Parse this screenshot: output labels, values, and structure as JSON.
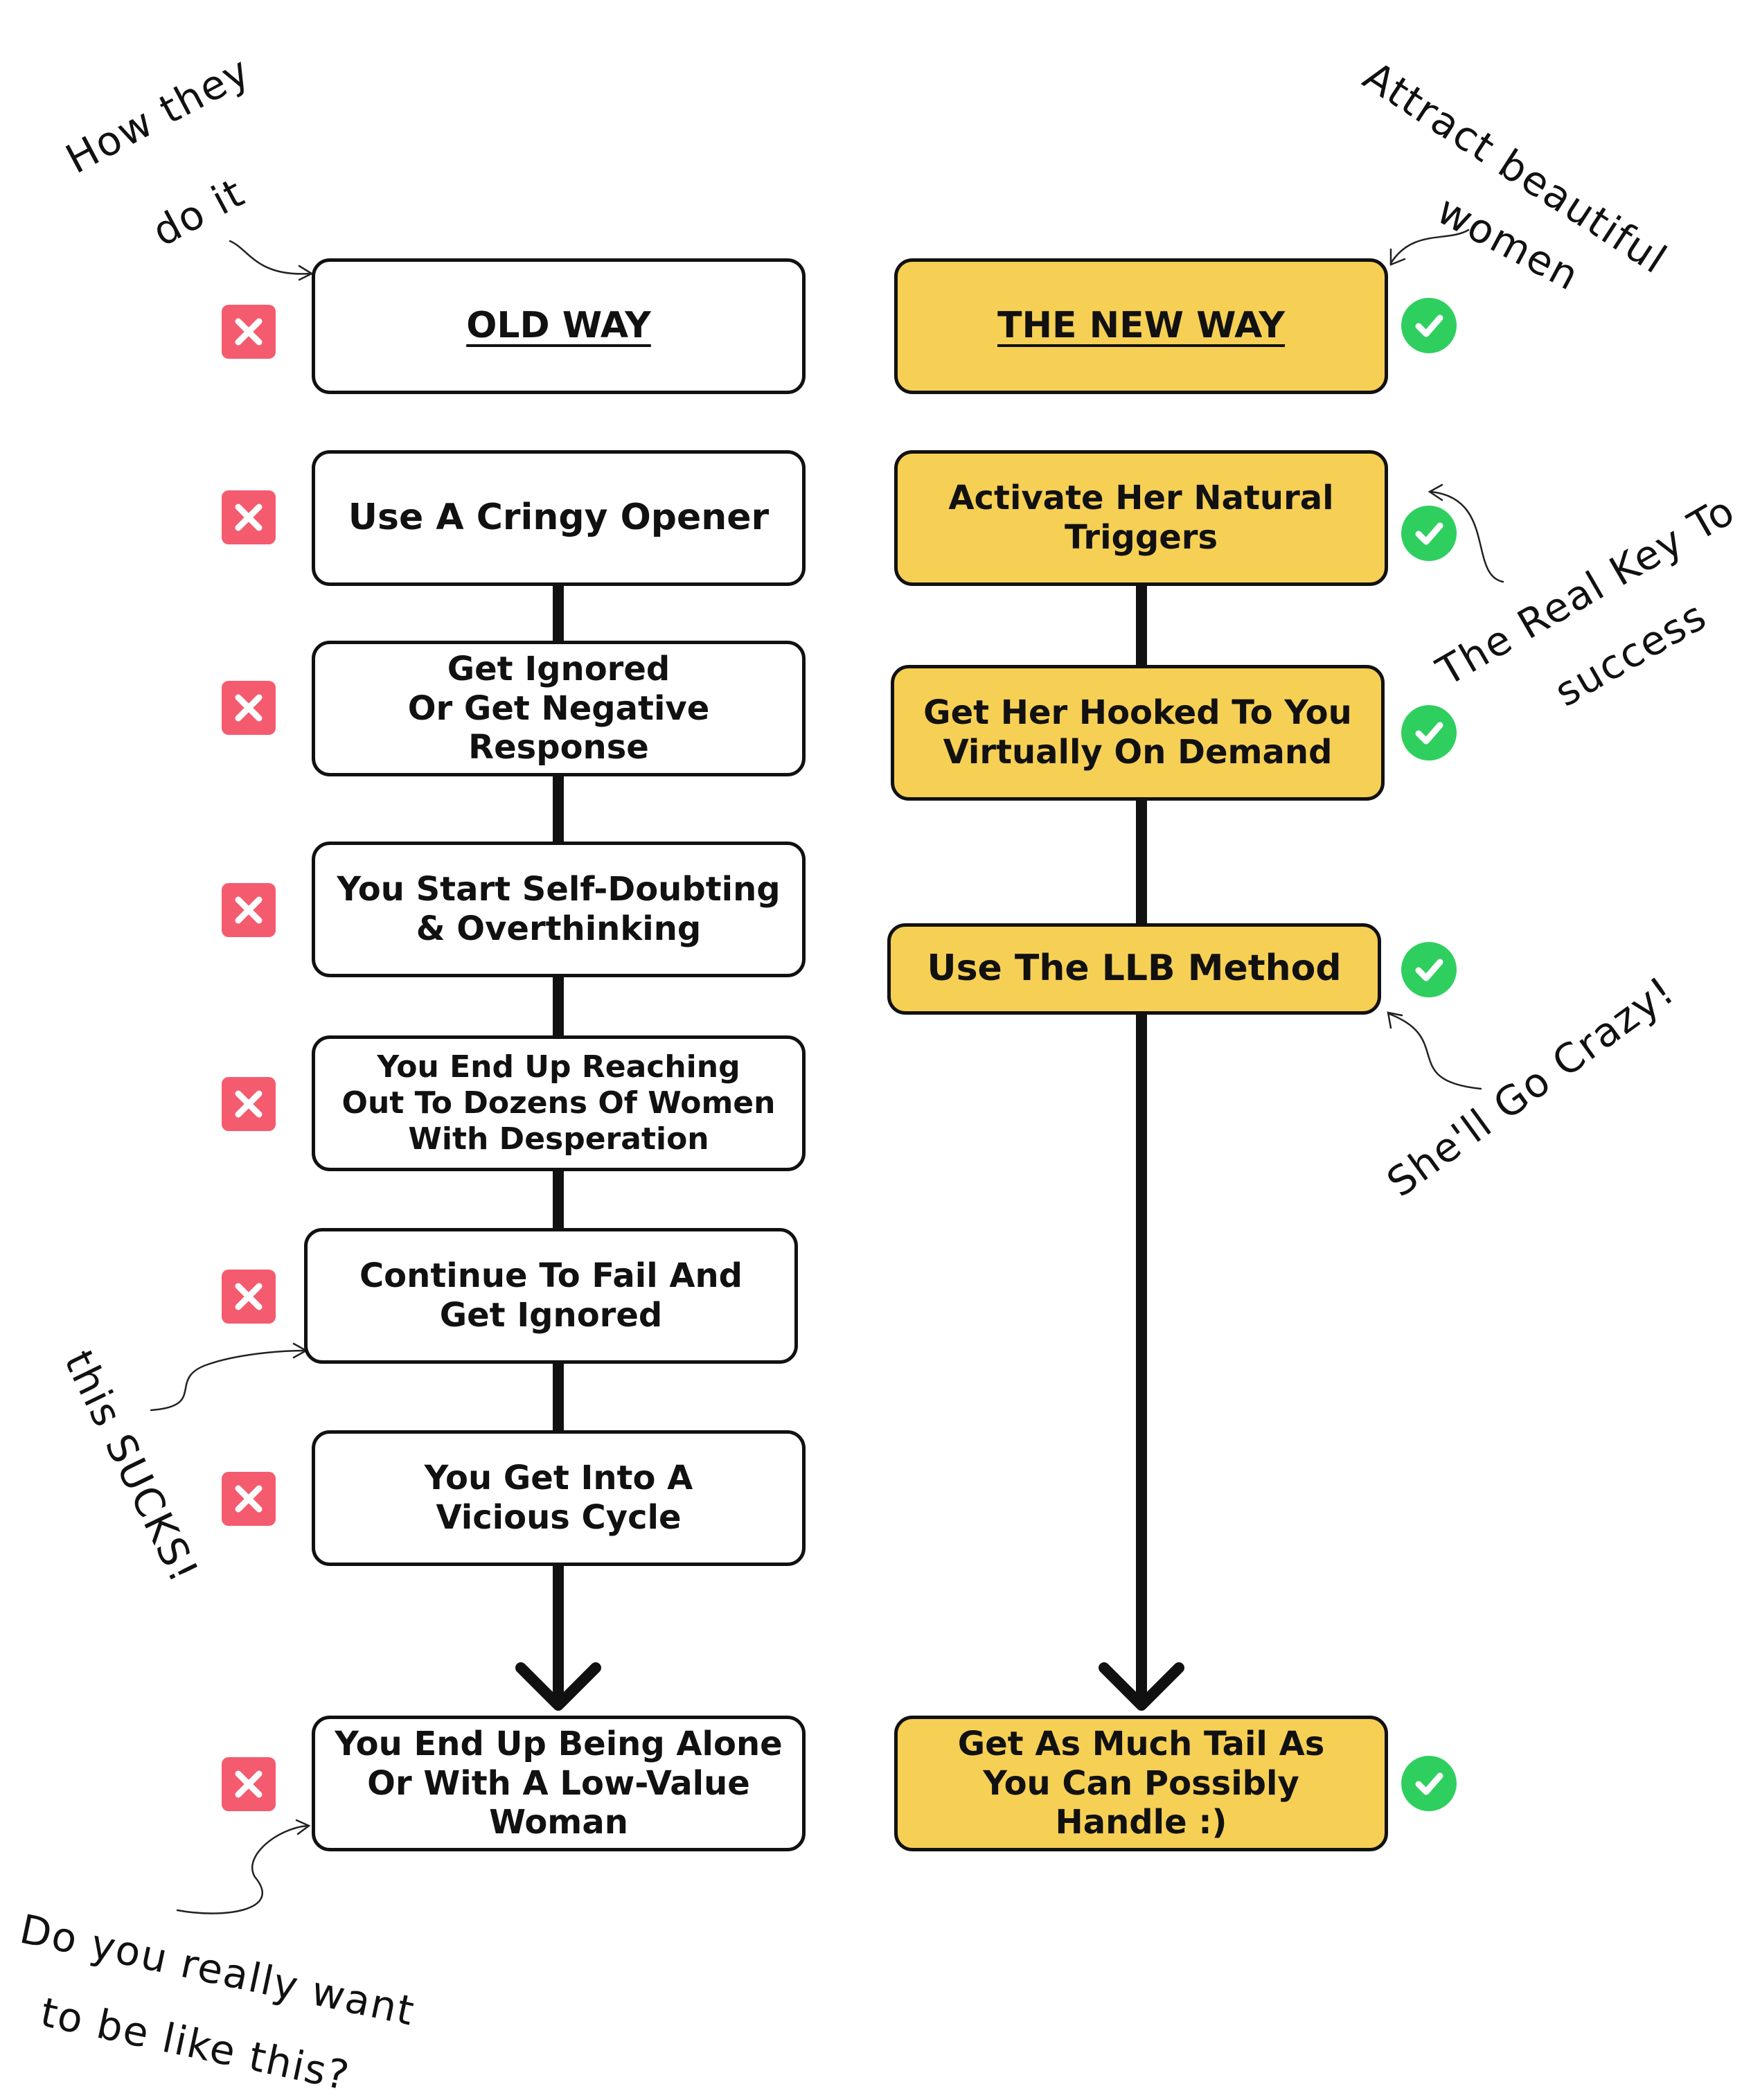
{
  "old_way": {
    "header": "OLD WAY",
    "steps": [
      "Use A Cringy Opener",
      "Get Ignored\nOr Get Negative\nResponse",
      "You Start Self-Doubting\n& Overthinking",
      "You End Up Reaching\nOut To Dozens Of Women\nWith Desperation",
      "Continue To Fail And\nGet Ignored",
      "You Get Into A\nVicious Cycle"
    ],
    "result": "You End Up Being Alone\nOr With A Low-Value\nWoman"
  },
  "new_way": {
    "header": "THE NEW WAY",
    "steps": [
      "Activate Her Natural\nTriggers",
      "Get Her Hooked To You\nVirtually On Demand",
      "Use The LLB Method"
    ],
    "result": "Get As Much Tail As\nYou Can Possibly Handle :)"
  },
  "annotations": {
    "how_they_1": "How they",
    "how_they_2": "do it",
    "attract_1": "Attract beautiful",
    "attract_2": "women",
    "real_key_1": "The Real Key To",
    "real_key_2": "success",
    "crazy": "She'll Go Crazy!",
    "sucks": "this SUCKS!",
    "want_1": "Do you really want",
    "want_2": "to be like this?"
  },
  "colors": {
    "new_fill": "#f6cf55",
    "cross": "#f45b6f",
    "check": "#2fcf5f",
    "outline": "#111111"
  },
  "icons": {
    "old": "cross-icon",
    "new": "check-circle-icon"
  }
}
